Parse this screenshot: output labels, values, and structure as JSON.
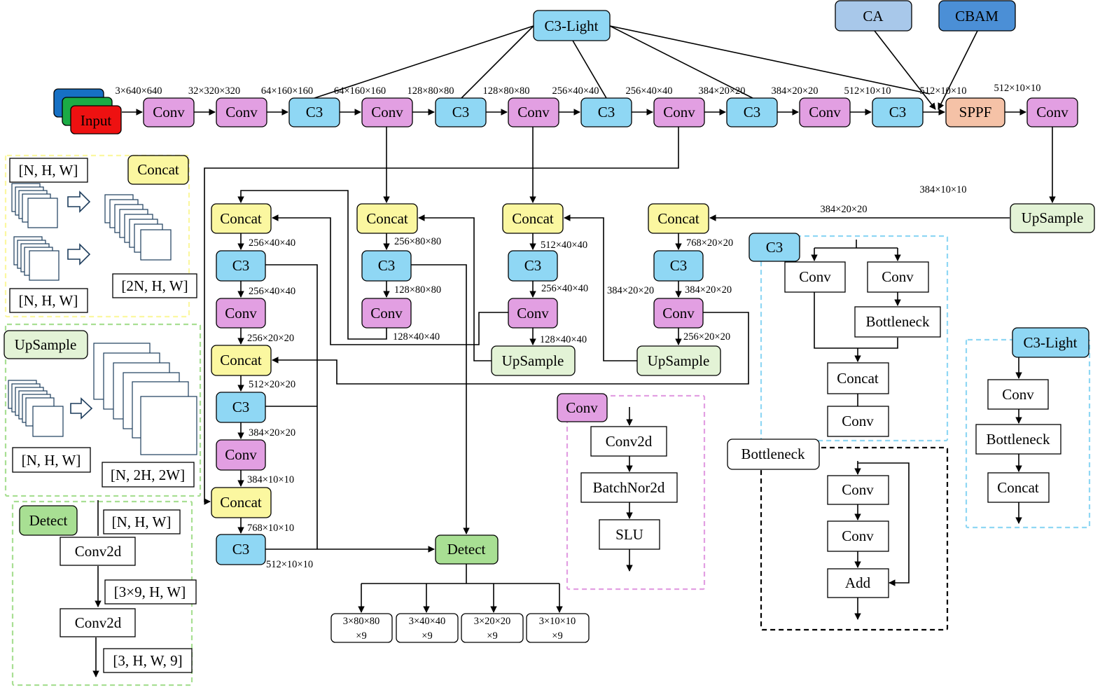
{
  "colors": {
    "conv": "#e29fe2",
    "c3": "#8fd7f4",
    "concat": "#fbf7a0",
    "sppf": "#f5c2a7",
    "upsample": "#e3f3d6",
    "detect": "#a8df93",
    "ca": "#a8c8ea",
    "cbam": "#4b8fd6",
    "white": "#ffffff",
    "input_red": "#ee1111",
    "input_green": "#1bab45",
    "input_blue": "#1670c4",
    "panel_yellow": "#fbf7a0",
    "panel_green": "#a8df93",
    "panel_cyan": "#8fd7f4",
    "panel_pink": "#e29fe2",
    "panel_black": "#000000"
  },
  "nodes": {
    "input": "Input",
    "c3_light_top": "C3-Light",
    "ca": "CA",
    "cbam": "CBAM",
    "b_conv1": "Conv",
    "b_conv2": "Conv",
    "b_c3_1": "C3",
    "b_conv3": "Conv",
    "b_c3_2": "C3",
    "b_conv4": "Conv",
    "b_c3_3": "C3",
    "b_conv5": "Conv",
    "b_c3_4": "C3",
    "b_conv6": "Conv",
    "b_c3_5": "C3",
    "sppf": "SPPF",
    "b_conv7": "Conv",
    "upsample_right": "UpSample",
    "n4_concat": "Concat",
    "n4_c3": "C3",
    "n4_conv": "Conv",
    "n4_upsample": "UpSample",
    "n3_concat": "Concat",
    "n3_c3": "C3",
    "n3_conv": "Conv",
    "n3_upsample": "UpSample",
    "n2_concat": "Concat",
    "n2_c3": "C3",
    "n2_conv": "Conv",
    "n1_concat1": "Concat",
    "n1_c3_1": "C3",
    "n1_conv1": "Conv",
    "n1_concat2": "Concat",
    "n1_c3_2": "C3",
    "n1_conv2": "Conv",
    "n1_concat3": "Concat",
    "n1_c3_3": "C3",
    "detect_main": "Detect",
    "out1a": "3×80×80",
    "out1b": "×9",
    "out2a": "3×40×40",
    "out2b": "×9",
    "out3a": "3×20×20",
    "out3b": "×9",
    "out4a": "3×10×10",
    "out4b": "×9"
  },
  "dims": {
    "d1": "3×640×640",
    "d2": "32×320×320",
    "d3": "64×160×160",
    "d4": "64×160×160",
    "d5": "128×80×80",
    "d6": "128×80×80",
    "d7": "256×40×40",
    "d8": "256×40×40",
    "d9": "384×20×20",
    "d10": "384×20×20",
    "d11": "512×10×10",
    "d12": "512×10×10",
    "d13": "512×10×10",
    "d14": "384×10×10",
    "d15": "384×20×20",
    "n4_a": "768×20×20",
    "n4_b": "384×20×20",
    "n4_c": "384×20×20",
    "n4_d": "256×20×20",
    "n3_a": "512×40×40",
    "n3_b": "256×40×40",
    "n3_c": "128×40×40",
    "n2_a": "256×80×80",
    "n2_b": "128×80×80",
    "n2_c": "128×40×40",
    "n1_a": "256×40×40",
    "n1_b": "256×40×40",
    "n1_c": "256×20×20",
    "n1_d": "512×20×20",
    "n1_e": "384×20×20",
    "n1_f": "384×10×10",
    "n1_g": "768×10×10",
    "n1_h": "512×10×10"
  },
  "legend_concat": {
    "title": "Concat",
    "in1": "[N, H, W]",
    "in2": "[N, H, W]",
    "out": "[2N, H, W]"
  },
  "legend_upsample": {
    "title": "UpSample",
    "in": "[N, H, W]",
    "out": "[N, 2H, 2W]"
  },
  "legend_detect": {
    "title": "Detect",
    "in": "[N, H, W]",
    "conv2d_1": "Conv2d",
    "mid": "[3×9, H, W]",
    "conv2d_2": "Conv2d",
    "out": "[3, H, W, 9]"
  },
  "legend_conv": {
    "title": "Conv",
    "l1": "Conv2d",
    "l2": "BatchNor2d",
    "l3": "SLU"
  },
  "legend_c3": {
    "title": "C3",
    "conv_a": "Conv",
    "conv_b": "Conv",
    "bottleneck": "Bottleneck",
    "concat": "Concat",
    "conv_c": "Conv"
  },
  "legend_bottleneck": {
    "title": "Bottleneck",
    "conv_a": "Conv",
    "conv_b": "Conv",
    "add": "Add"
  },
  "legend_c3light": {
    "title": "C3-Light",
    "conv": "Conv",
    "bottleneck": "Bottleneck",
    "concat": "Concat"
  }
}
